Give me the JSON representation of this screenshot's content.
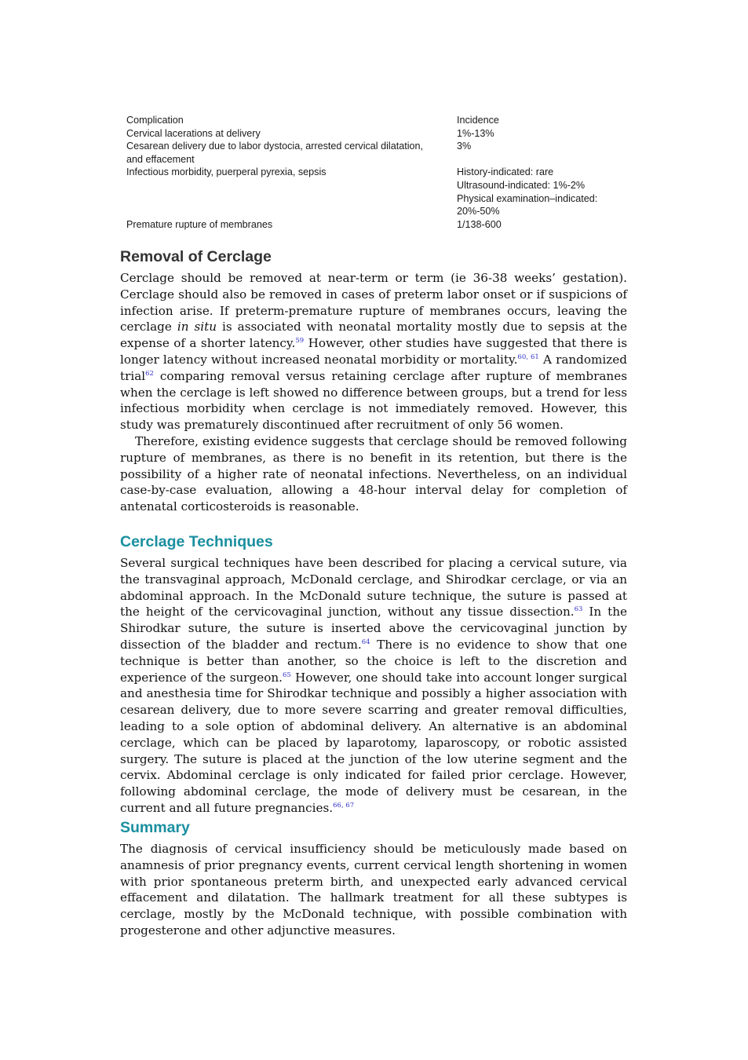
{
  "table": {
    "header": {
      "complication": "Complication",
      "incidence": "Incidence"
    },
    "rows": [
      {
        "complication": [
          "Cervical lacerations at delivery"
        ],
        "incidence": [
          "1%-13%"
        ]
      },
      {
        "complication": [
          "Cesarean delivery due to labor dystocia, arrested cervical dilatation,",
          "and effacement"
        ],
        "incidence": [
          "3%"
        ]
      },
      {
        "complication": [
          "Infectious morbidity, puerperal pyrexia, sepsis"
        ],
        "incidence": [
          "",
          "History-indicated: rare",
          "Ultrasound-indicated: 1%-2%",
          "Physical examination–indicated:",
          "20%-50%"
        ]
      },
      {
        "complication": [
          "Premature rupture of membranes"
        ],
        "incidence": [
          "1/138-600"
        ]
      }
    ]
  },
  "sections": {
    "removal": {
      "title": "Removal of Cerclage",
      "title_color": "#333333",
      "p1": {
        "t1": "Cerclage should be removed at near-term or term (ie 36-38 weeks’ gestation). Cerclage should also be removed in cases of preterm labor onset or if suspicions of infection arise. If preterm-premature rupture of membranes occurs, leaving the cerclage ",
        "italic": "in situ",
        "t2": " is associated with neonatal mortality mostly due to sepsis at the expense of a shorter latency.",
        "ref1": "59",
        "t3": " However, other studies have suggested that there is longer latency without increased neonatal morbidity or mortality.",
        "ref2": "60, 61",
        "t4": " A randomized trial",
        "ref3": "62",
        "t5": " comparing removal versus retaining cerclage after rupture of membranes when the cerclage is left showed no difference between groups, but a trend for less infectious morbidity when cerclage is not immediately removed. However, this study was prematurely discontinued after recruitment of only 56 women."
      },
      "p2": "Therefore, existing evidence suggests that cerclage should be removed following rupture of membranes, as there is no benefit in its retention, but there is the possibility of a higher rate of neonatal infections. Nevertheless, on an individual case-by-case evaluation, allowing a 48-hour interval delay for completion of antenatal corticosteroids is reasonable."
    },
    "techniques": {
      "title": "Cerclage Techniques",
      "title_color": "#1a8fa0",
      "p1": {
        "t1": "Several surgical techniques have been described for placing a cervical suture, via the transvaginal approach, McDonald cerclage, and Shirodkar cerclage, or via an abdominal approach. In the McDonald suture technique, the suture is passed at the height of the cervicovaginal junction, without any tissue dissection.",
        "ref1": "63",
        "t2": " In the Shirodkar suture, the suture is inserted above the cervicovaginal junction by dissection of the bladder and rectum.",
        "ref2": "64",
        "t3": " There is no evidence to show that one technique is better than another, so the choice is left to the discretion and experience of the surgeon.",
        "ref3": "65",
        "t4": " However, one should take into account longer surgical and anesthesia time for Shirodkar technique and possibly a higher association with cesarean delivery, due to more severe scarring and greater removal difficulties, leading to a sole option of abdominal delivery. An alternative is an abdominal cerclage, which can be placed by laparotomy, laparoscopy, or robotic assisted surgery. The suture is placed at the junction of the low uterine segment and the cervix. Abdominal cerclage is only indicated for failed prior cerclage. However, following abdominal cerclage, the mode of delivery must be cesarean, in the current and all future pregnancies.",
        "ref4": "66, 67"
      }
    },
    "summary": {
      "title": "Summary",
      "title_color": "#1a8fa0",
      "p1": "The diagnosis of cervical insufficiency should be meticulously made based on anamnesis of prior pregnancy events, current cervical length shortening in women with prior spontaneous preterm birth, and unexpected early advanced cervical effacement and dilatation. The hallmark treatment for all these subtypes is cerclage, mostly by the McDonald technique, with possible combination with progesterone and other adjunctive measures."
    }
  },
  "colors": {
    "reference_link": "#3333cc",
    "text": "#111111"
  }
}
